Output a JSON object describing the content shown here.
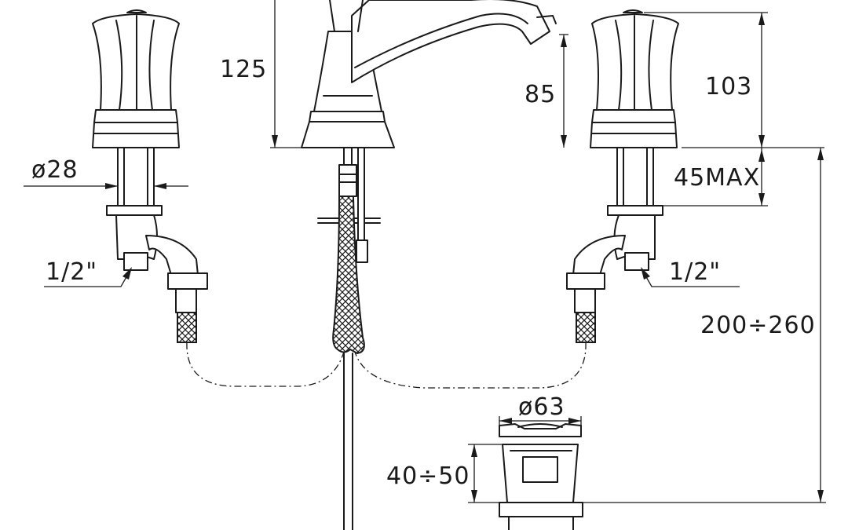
{
  "dimensions": {
    "spout_height": "125",
    "outlet_height": "85",
    "handle_height": "103",
    "handle_diameter": "ø28",
    "deck_thickness": "45MAX",
    "inlet_left": "1/2\"",
    "inlet_right": "1/2\"",
    "hose_length": "200÷260",
    "waste_diameter": "ø63",
    "waste_height": "40÷50"
  },
  "colors": {
    "line": "#1a1a1a",
    "background": "#ffffff"
  }
}
